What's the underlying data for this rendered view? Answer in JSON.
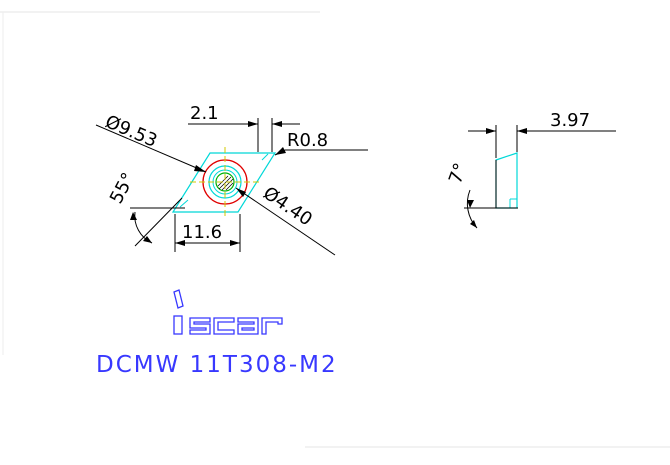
{
  "dimensions": {
    "inscribed_circle": "Ø9.53",
    "width_callout": "2.1",
    "corner_radius": "R0.8",
    "included_angle": "55°",
    "cut_length": "11.6",
    "hole_diameter": "Ø4.40",
    "thickness": "3.97",
    "clearance_angle": "7°"
  },
  "brand": {
    "logo_text": "iscar"
  },
  "insert": {
    "designation": "DCMW 11T308-M2"
  },
  "colors": {
    "line": "#000000",
    "insert_outline": "#00d8d8",
    "hole_ring": "#e00000",
    "center_marks": "#d0c800",
    "crosshair_green": "#00b000",
    "brand_blue": "#3838ff",
    "background": "#ffffff"
  }
}
